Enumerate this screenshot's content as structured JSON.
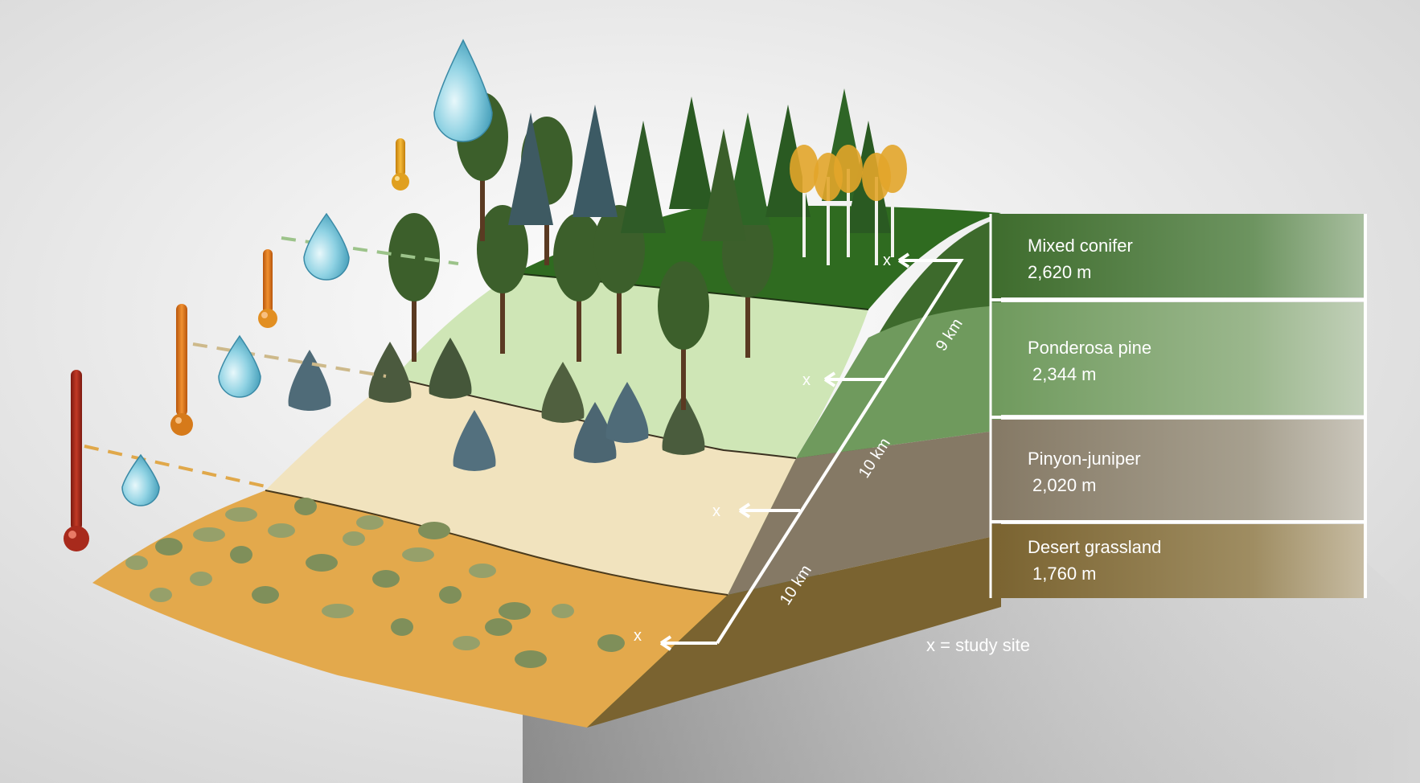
{
  "zones": [
    {
      "name": "Mixed conifer",
      "elevation": "2,620 m",
      "color": "#4e7a3e"
    },
    {
      "name": "Ponderosa pine",
      "elevation": "2,344 m",
      "color": "#7ea16c"
    },
    {
      "name": "Pinyon-juniper",
      "elevation": "2,020 m",
      "color": "#8f8470"
    },
    {
      "name": "Desert grassland",
      "elevation": "1,760 m",
      "color": "#80693a"
    }
  ],
  "distances": [
    "9 km",
    "10 km",
    "10 km"
  ],
  "study_site_marker": "x",
  "legend": {
    "study_site": "x = study site"
  },
  "icons": {
    "droplet": "water-drop-icon",
    "thermometer": "thermometer-icon"
  },
  "colors": {
    "grass_top": "#2f6b20",
    "pine_top": "#cfe6b8",
    "pinyon_top": "#efe2bf",
    "desert_top": "#e0a84a",
    "thermo_hot": "#a82a1c",
    "thermo_warm": "#d67a1a",
    "thermo_mild": "#e28f22",
    "thermo_cool": "#e0a020",
    "drop": "#7fc9de"
  }
}
